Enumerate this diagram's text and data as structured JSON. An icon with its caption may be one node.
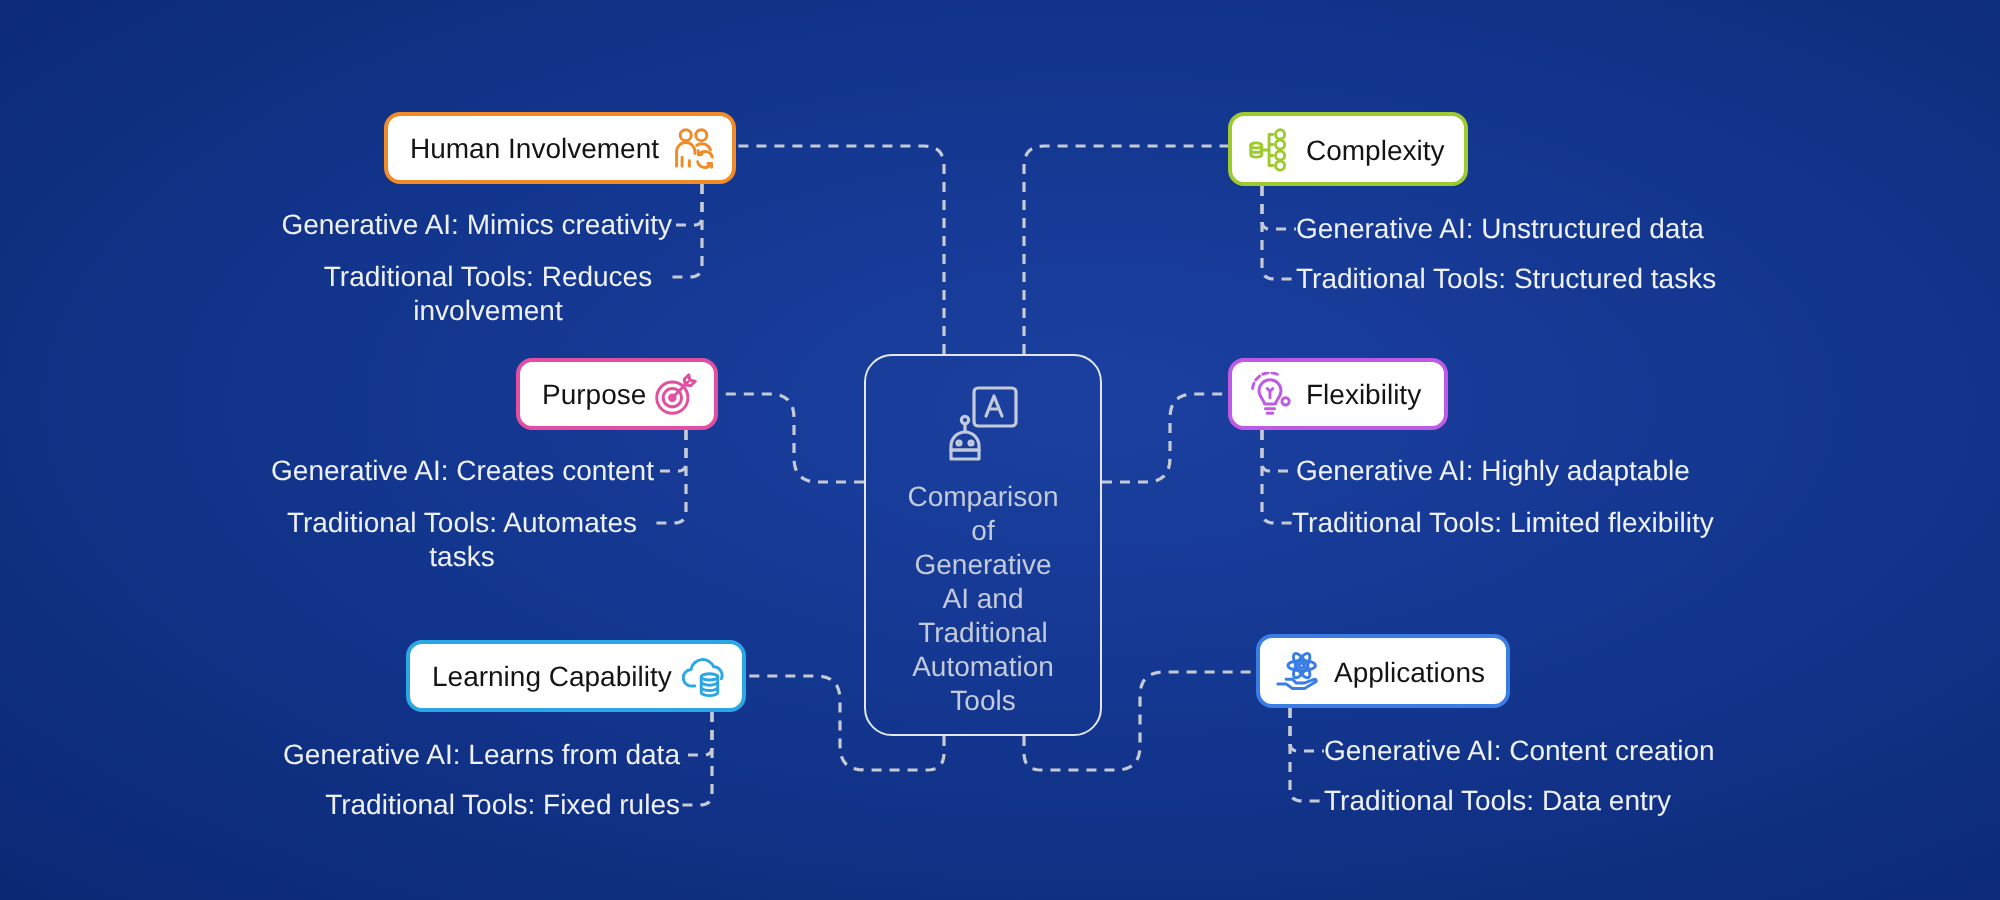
{
  "diagram": {
    "nodes": [
      {
        "text": [
          "Comparison of Generative AI and Traditional Automation Tools"
        ]
      },
      {
        "text": [
          "Human Involvement"
        ]
      },
      {
        "text": [
          "Generative AI: Mimics creativity"
        ]
      },
      {
        "text": [
          "Traditional Tools: Reduces involvement"
        ]
      },
      {
        "text": [
          "Purpose"
        ]
      },
      {
        "text": [
          "Generative AI: Creates content"
        ]
      },
      {
        "text": [
          "Traditional Tools: Automates tasks"
        ]
      },
      {
        "text": [
          "Learning Capability"
        ]
      },
      {
        "text": [
          "Generative AI: Learns from data"
        ]
      },
      {
        "text": [
          "Traditional Tools: Fixed rules"
        ]
      },
      {
        "text": [
          "Complexity"
        ]
      },
      {
        "text": [
          "Generative AI: Unstructured data"
        ]
      },
      {
        "text": [
          "Traditional Tools: Structured tasks"
        ]
      },
      {
        "text": [
          "Flexibility"
        ]
      },
      {
        "text": [
          "Generative AI: Highly adaptable"
        ]
      },
      {
        "text": [
          "Traditional Tools: Limited flexibility"
        ]
      },
      {
        "text": [
          "Applications"
        ]
      },
      {
        "text": [
          "Generative AI: Content creation"
        ]
      },
      {
        "text": [
          "Traditional Tools: Data entry"
        ]
      }
    ],
    "edges": [
      {
        "from": 0,
        "to": 1,
        "arrow": "none",
        "style": "dashed"
      },
      {
        "from": 1,
        "to": 2,
        "arrow": "none",
        "style": "dashed"
      },
      {
        "from": 1,
        "to": 3,
        "arrow": "none",
        "style": "dashed"
      },
      {
        "from": 0,
        "to": 4,
        "arrow": "none",
        "style": "dashed"
      },
      {
        "from": 4,
        "to": 5,
        "arrow": "none",
        "style": "dashed"
      },
      {
        "from": 4,
        "to": 6,
        "arrow": "none",
        "style": "dashed"
      },
      {
        "from": 0,
        "to": 7,
        "arrow": "none",
        "style": "dashed"
      },
      {
        "from": 7,
        "to": 8,
        "arrow": "none",
        "style": "dashed"
      },
      {
        "from": 7,
        "to": 9,
        "arrow": "none",
        "style": "dashed"
      },
      {
        "from": 0,
        "to": 10,
        "arrow": "none",
        "style": "dashed"
      },
      {
        "from": 10,
        "to": 11,
        "arrow": "none",
        "style": "dashed"
      },
      {
        "from": 10,
        "to": 12,
        "arrow": "none",
        "style": "dashed"
      },
      {
        "from": 0,
        "to": 13,
        "arrow": "none",
        "style": "dashed"
      },
      {
        "from": 13,
        "to": 14,
        "arrow": "none",
        "style": "dashed"
      },
      {
        "from": 13,
        "to": 15,
        "arrow": "none",
        "style": "dashed"
      },
      {
        "from": 0,
        "to": 16,
        "arrow": "none",
        "style": "dashed"
      },
      {
        "from": 16,
        "to": 17,
        "arrow": "none",
        "style": "dashed"
      },
      {
        "from": 16,
        "to": 18,
        "arrow": "none",
        "style": "dashed"
      }
    ]
  }
}
